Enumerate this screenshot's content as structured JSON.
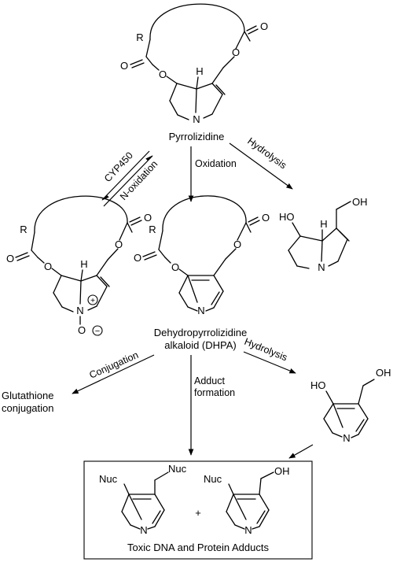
{
  "colors": {
    "ink": "#000000",
    "background": "#ffffff"
  },
  "atoms": {
    "R": "R",
    "O": "O",
    "H": "H",
    "N": "N",
    "HO": "HO",
    "OH": "OH",
    "Nuc": "Nuc",
    "plus_charge": "+",
    "minus_charge": "−"
  },
  "compounds": {
    "pyrrolizidine": "Pyrrolizidine",
    "dhpa_line1": "Dehydropyrrolizidine",
    "dhpa_line2": "alkaloid (DHPA)",
    "glutathione_line1": "Glutathione",
    "glutathione_line2": "conjugation",
    "adducts_caption": "Toxic DNA and Protein Adducts",
    "plus": "+"
  },
  "reactions": {
    "cyp450": "CYP450",
    "n_oxidation": "N-oxidation",
    "oxidation": "Oxidation",
    "hydrolysis_top": "Hydrolysis",
    "conjugation": "Conjugation",
    "adduct_line1": "Adduct",
    "adduct_line2": "formation",
    "hydrolysis_bottom": "Hydrolysis"
  }
}
